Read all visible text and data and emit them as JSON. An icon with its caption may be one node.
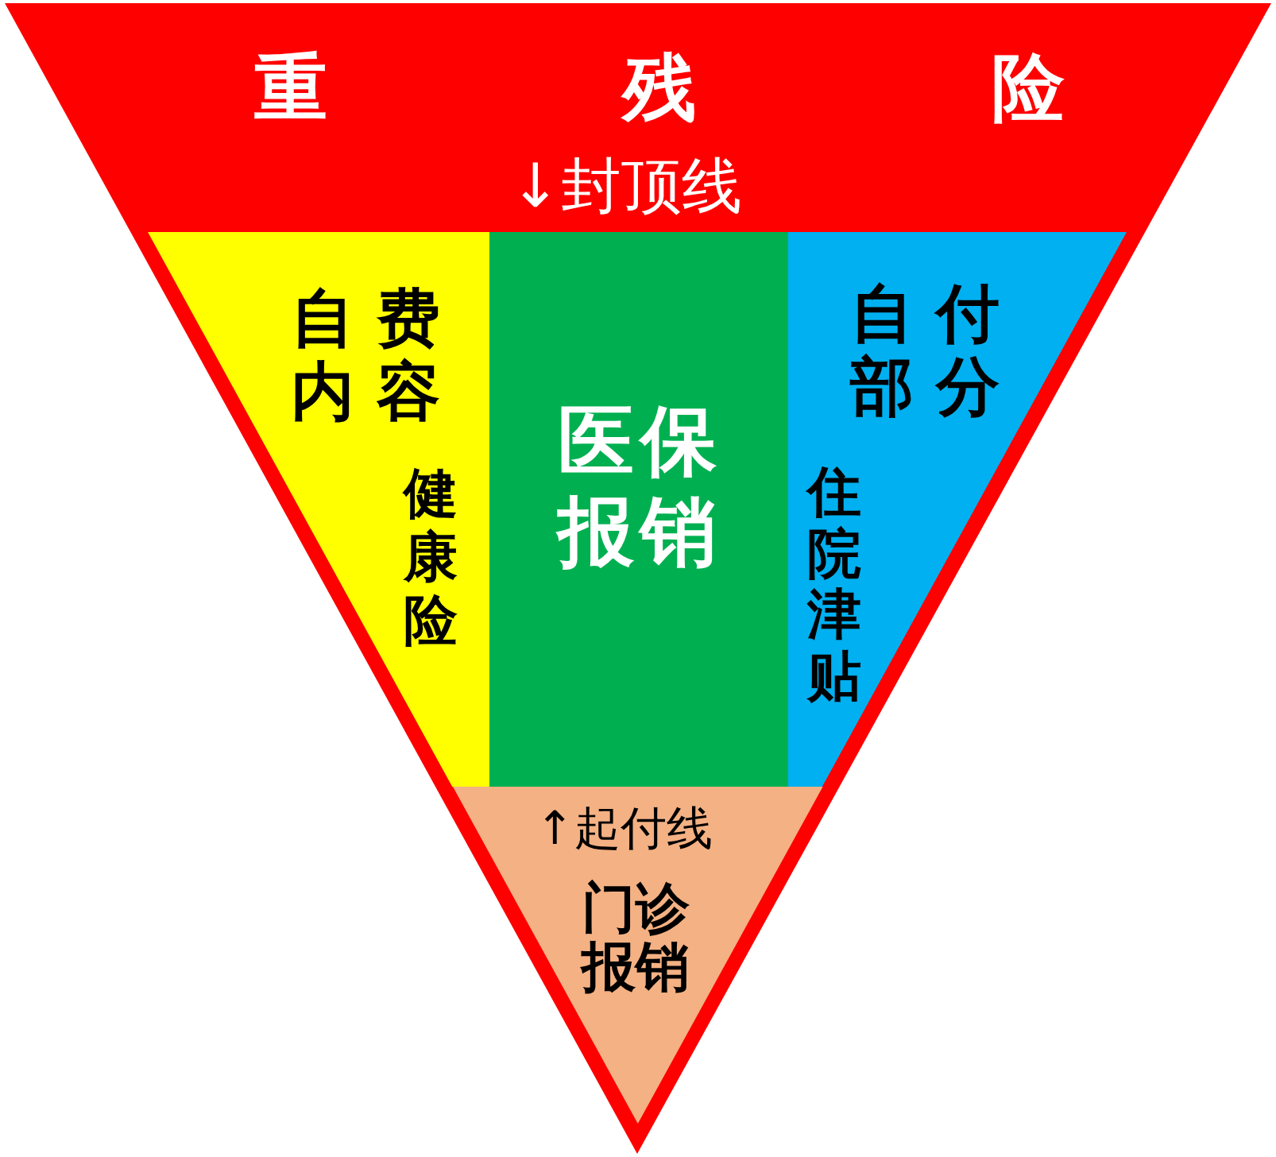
{
  "diagram": {
    "nodes": [
      {
        "text": [
          "重残险",
          "↓封顶线"
        ]
      },
      {
        "text": [
          "自费内容",
          "健康险"
        ],
        "in": 0
      },
      {
        "text": [
          "医保报销"
        ],
        "in": 0
      },
      {
        "text": [
          "自付部分",
          "住院津贴"
        ],
        "in": 0
      },
      {
        "text": [
          "↑起付线",
          "门诊报销"
        ],
        "in": 0
      }
    ]
  }
}
